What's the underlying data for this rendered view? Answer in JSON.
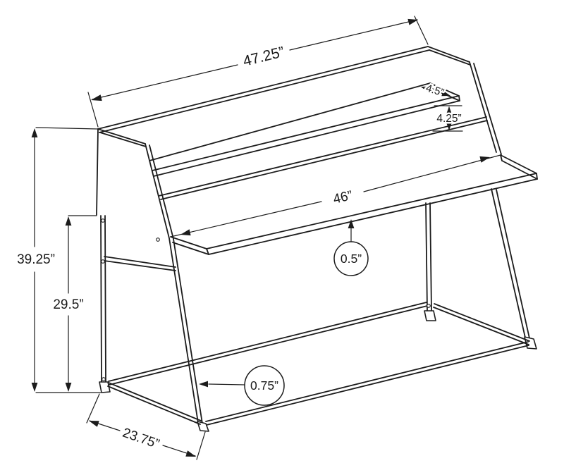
{
  "diagram": {
    "type": "technical-drawing",
    "subject": "computer desk with hutch shelf and metal A-frame legs",
    "units": "inches",
    "background_color": "#ffffff",
    "line_color": "#1c1c1c",
    "dimensions": {
      "overall_width": "47.25”",
      "shelf_depth": "4.5”",
      "shelf_clearance": "4.25”",
      "desktop_width": "46”",
      "desktop_thickness": "0.5”",
      "overall_height": "39.25”",
      "desktop_height": "29.5”",
      "frame_tube_size": "0.75”",
      "overall_depth": "23.75”"
    }
  }
}
